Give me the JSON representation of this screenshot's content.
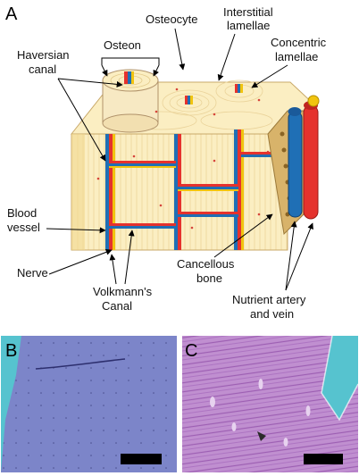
{
  "figure": {
    "panels": {
      "a": "A",
      "b": "B",
      "c": "C"
    },
    "labels": {
      "osteon": "Osteon",
      "osteocyte": "Osteocyte",
      "interstitial_1": "Interstitial",
      "interstitial_2": "lamellae",
      "haversian_1": "Haversian",
      "haversian_2": "canal",
      "concentric_1": "Concentric",
      "concentric_2": "lamellae",
      "blood_1": "Blood",
      "blood_2": "vessel",
      "nerve": "Nerve",
      "volkmann_1": "Volkmann's",
      "volkmann_2": "Canal",
      "cancellous_1": "Cancellous",
      "cancellous_2": "bone",
      "nutrient_1": "Nutrient artery",
      "nutrient_2": "and vein"
    },
    "colors": {
      "bone": "#fbeec2",
      "bone_dark": "#f2d98f",
      "artery": "#e5322d",
      "vein": "#1f6fb5",
      "nerve": "#f1c40f",
      "cancellous": "#c8a25a",
      "stain_b": "#7c85c9",
      "stain_c": "#b986c9",
      "background_cyan": "#56c3cf"
    }
  }
}
